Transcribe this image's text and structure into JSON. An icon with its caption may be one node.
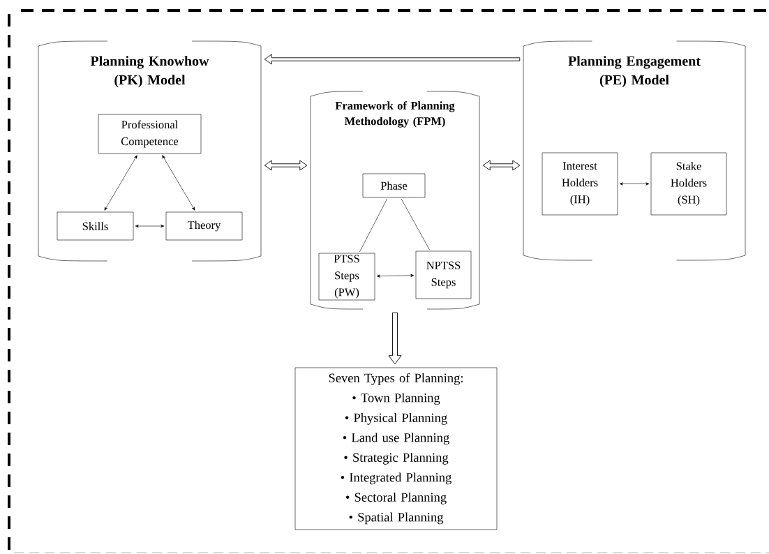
{
  "diagram": {
    "nodes": [
      {
        "text": [
          "Planning Knowhow (PK) Model"
        ]
      },
      {
        "text": [
          "Professional Competence"
        ],
        "in": 0
      },
      {
        "text": [
          "Skills"
        ],
        "in": 0
      },
      {
        "text": [
          "Theory"
        ],
        "in": 0
      },
      {
        "text": [
          "Framework of Planning Methodology (FPM)"
        ]
      },
      {
        "text": [
          "Phase"
        ],
        "in": 4
      },
      {
        "text": [
          "PTSS Steps (PW)"
        ],
        "in": 4
      },
      {
        "text": [
          "NPTSS Steps"
        ],
        "in": 4
      },
      {
        "text": [
          "Planning Engagement (PE) Model"
        ]
      },
      {
        "text": [
          "Interest Holders (IH)"
        ],
        "in": 8
      },
      {
        "text": [
          "Stake Holders (SH)"
        ],
        "in": 8
      },
      {
        "text": [
          "Seven Types of Planning:",
          "• Town Planning",
          "• Physical Planning",
          "• Land use Planning",
          "• Strategic Planning",
          "• Integrated Planning",
          "• Sectoral Planning",
          "• Spatial Planning"
        ]
      }
    ],
    "edges": [
      {
        "from": 1,
        "to": 2,
        "arrow": "both"
      },
      {
        "from": 1,
        "to": 3,
        "arrow": "both"
      },
      {
        "from": 2,
        "to": 3,
        "arrow": "both"
      },
      {
        "from": 5,
        "to": 6,
        "arrow": "none"
      },
      {
        "from": 5,
        "to": 7,
        "arrow": "none"
      },
      {
        "from": 6,
        "to": 7,
        "arrow": "both"
      },
      {
        "from": 9,
        "to": 10,
        "arrow": "both"
      },
      {
        "from": 8,
        "to": 0,
        "arrow": "to",
        "style": "thick"
      },
      {
        "from": 0,
        "to": 4,
        "arrow": "both",
        "style": "thick"
      },
      {
        "from": 4,
        "to": 8,
        "arrow": "both",
        "style": "thick"
      },
      {
        "from": 4,
        "to": 11,
        "arrow": "to",
        "style": "thick"
      }
    ]
  }
}
